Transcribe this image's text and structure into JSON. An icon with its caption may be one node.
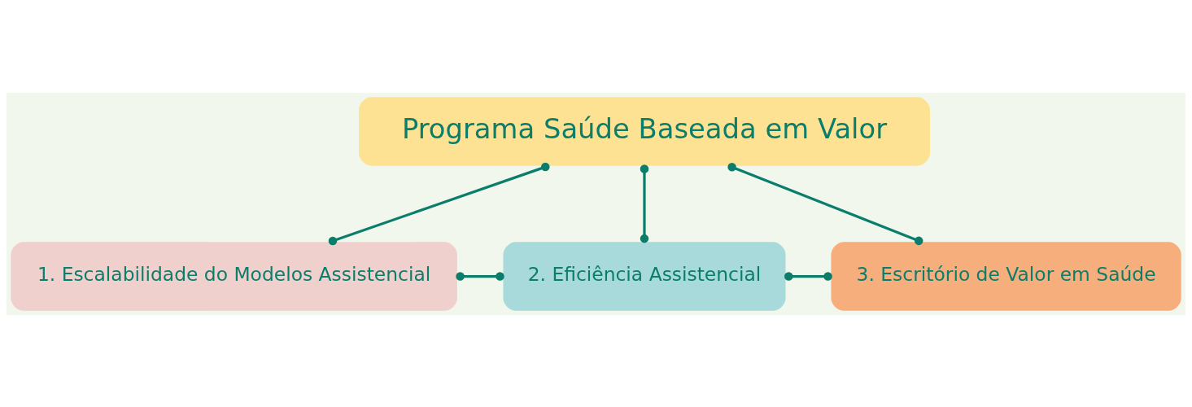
{
  "diagram": {
    "nodes": [
      {
        "text": [
          "Programa Saúde Baseada em Valor"
        ]
      },
      {
        "text": [
          "1. Escalabilidade do Modelos Assistencial"
        ]
      },
      {
        "text": [
          "2. Eficiência Assistencial"
        ]
      },
      {
        "text": [
          "3. Escritório de Valor em Saúde"
        ]
      }
    ],
    "edges": [
      {
        "from": 0,
        "to": 1,
        "arrow": "other"
      },
      {
        "from": 0,
        "to": 2,
        "arrow": "other"
      },
      {
        "from": 0,
        "to": 3,
        "arrow": "other"
      },
      {
        "from": 1,
        "to": 2,
        "arrow": "other"
      },
      {
        "from": 2,
        "to": 3,
        "arrow": "other"
      }
    ]
  }
}
